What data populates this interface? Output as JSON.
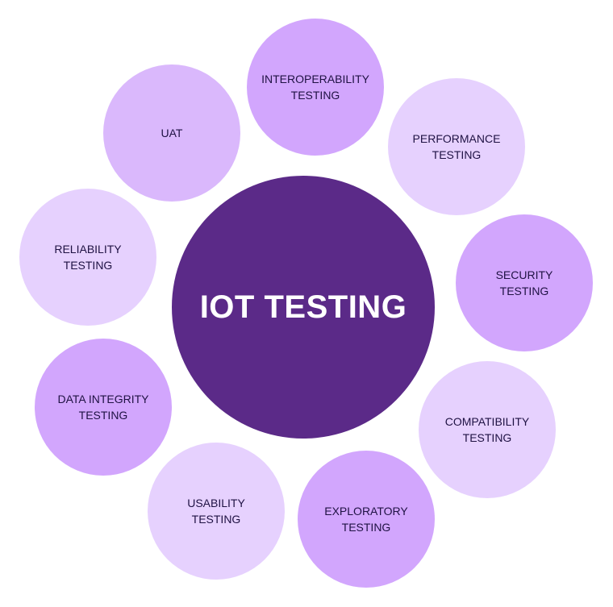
{
  "center": {
    "label": "IOT TESTING"
  },
  "nodes": [
    {
      "label": "INTEROPERABILITY\nTESTING"
    },
    {
      "label": "PERFORMANCE\nTESTING"
    },
    {
      "label": "SECURITY\nTESTING"
    },
    {
      "label": "COMPATIBILITY\nTESTING"
    },
    {
      "label": "EXPLORATORY\nTESTING"
    },
    {
      "label": "USABILITY\nTESTING"
    },
    {
      "label": "DATA INTEGRITY\nTESTING"
    },
    {
      "label": "RELIABILITY\nTESTING"
    },
    {
      "label": "UAT"
    }
  ],
  "colors": {
    "center": "#5b2a88",
    "dark": "#d2a6fd",
    "medium": "#dab8fc",
    "light": "#e6d1fe"
  }
}
